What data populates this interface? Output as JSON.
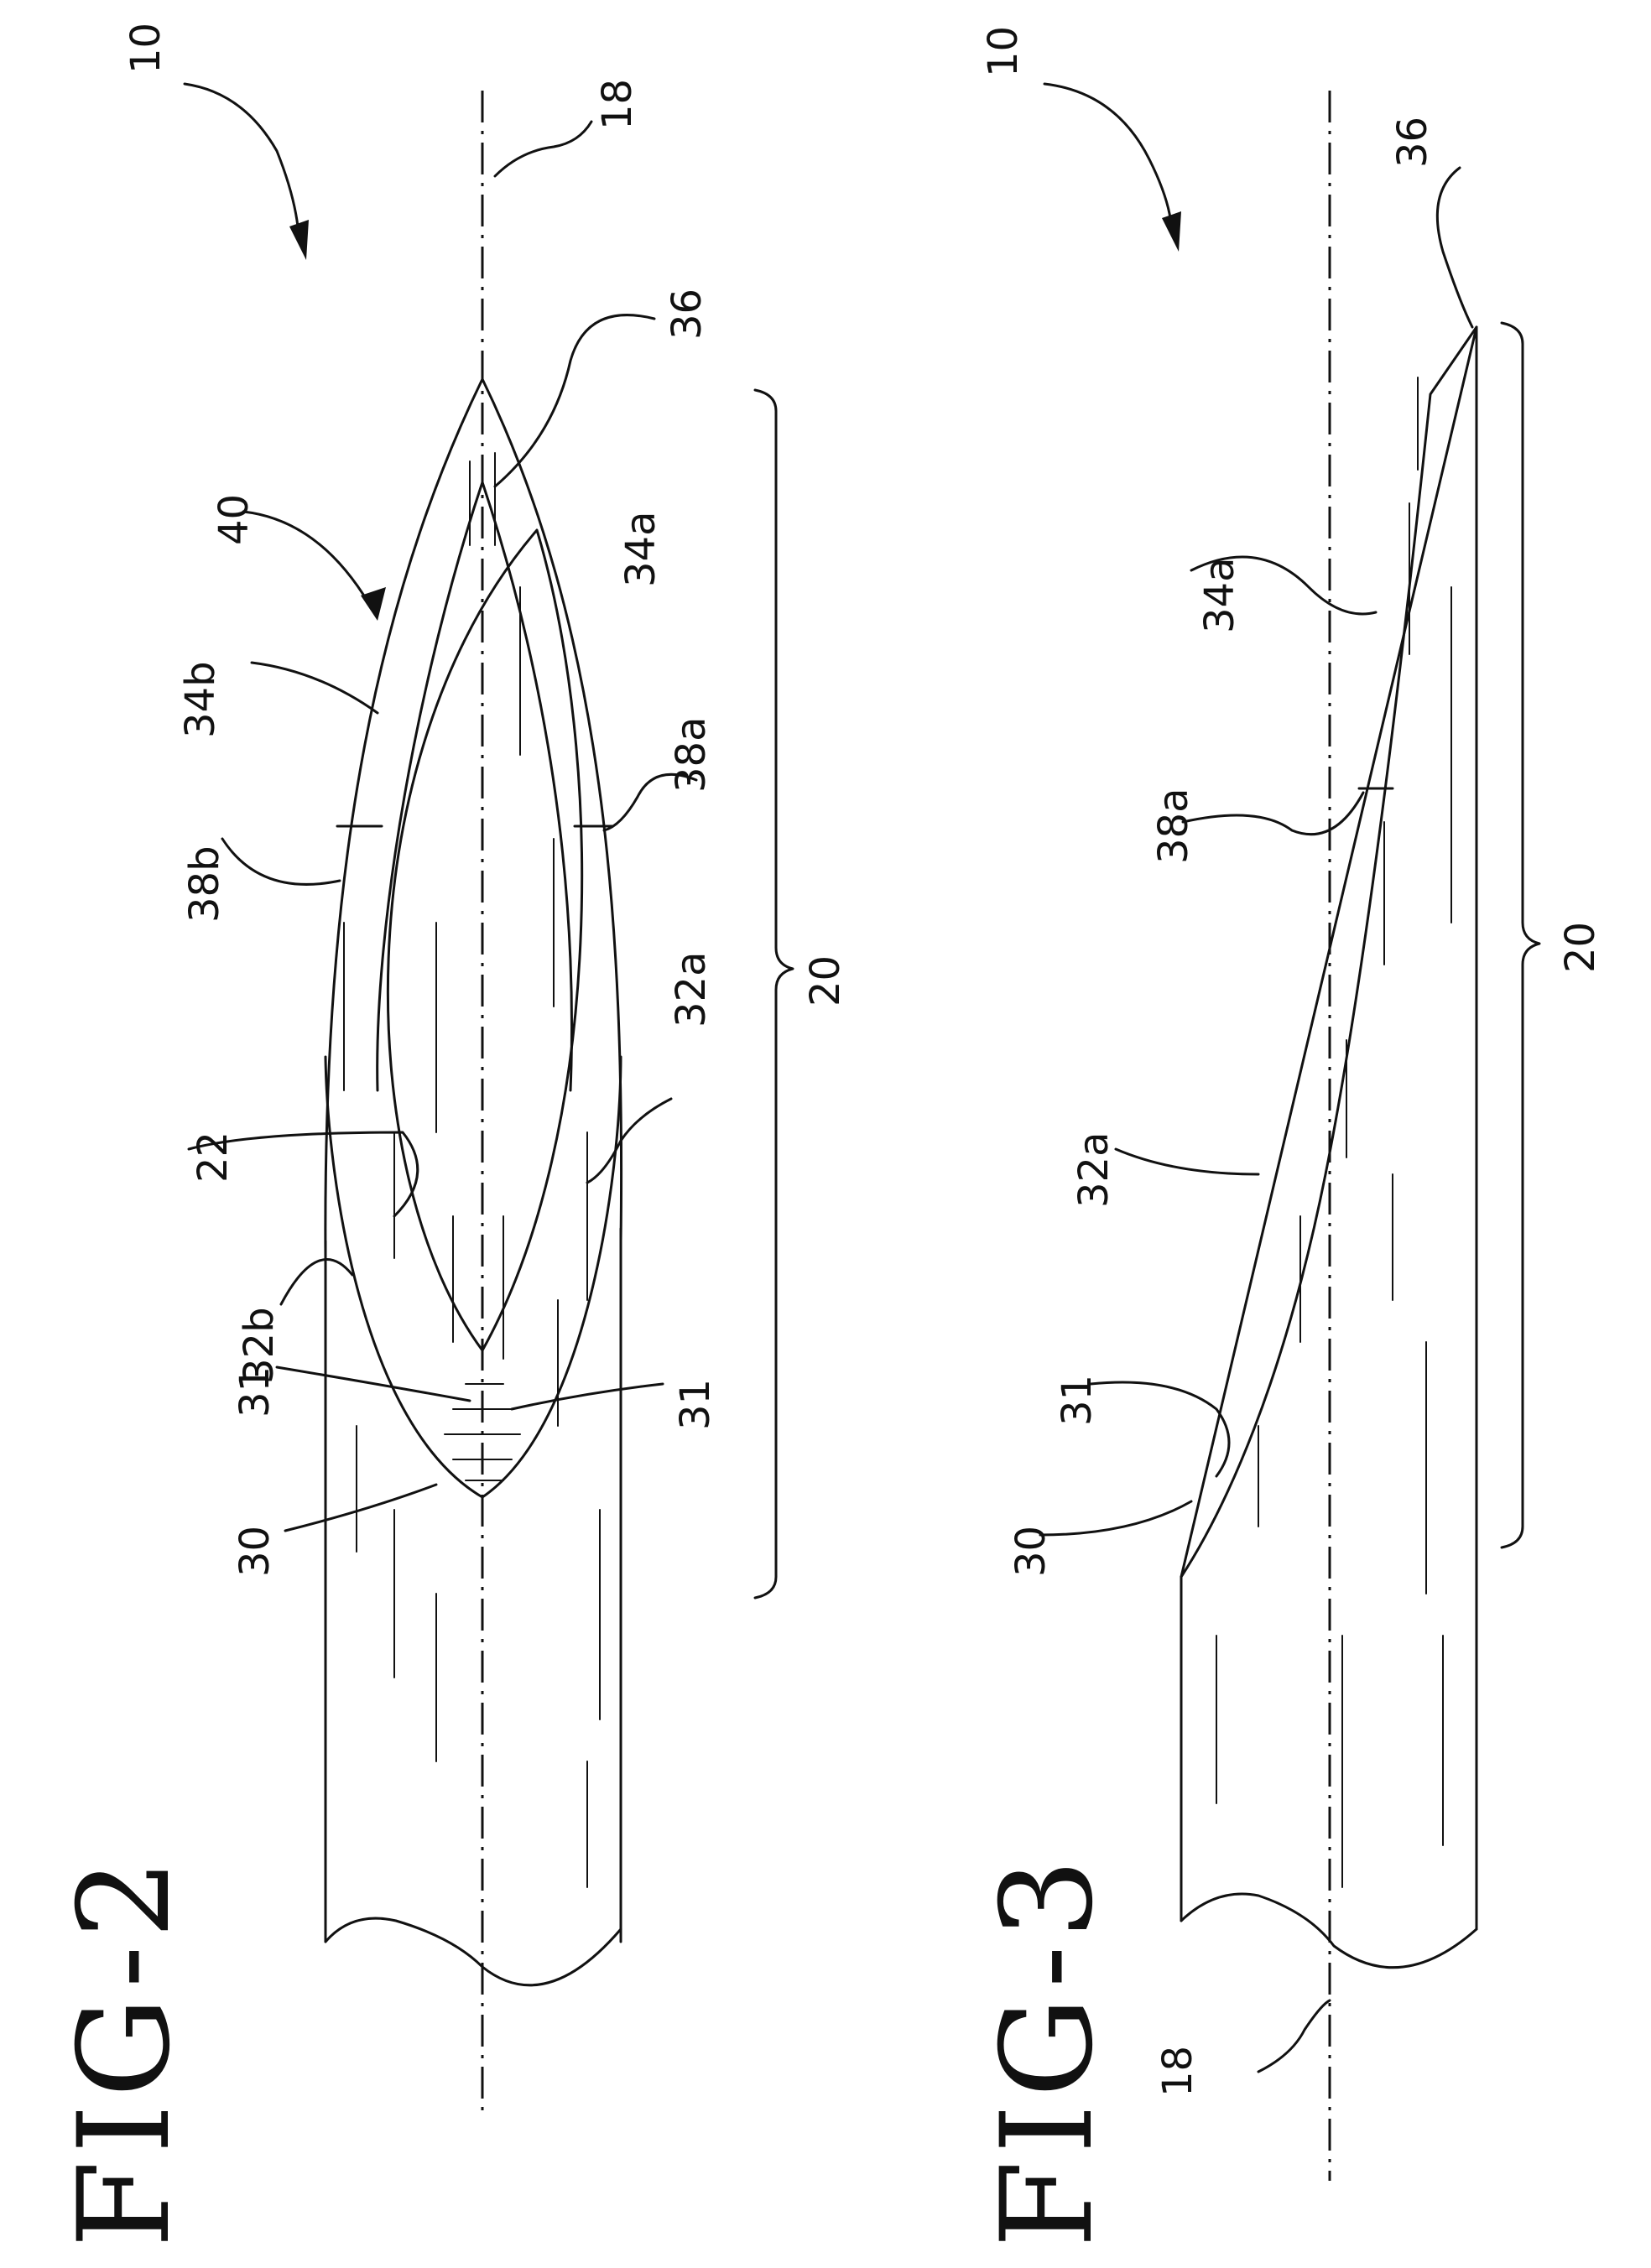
{
  "figures": [
    {
      "id": "fig2",
      "title": "FIG-2",
      "labels": {
        "l10": "10",
        "l18": "18",
        "l36": "36",
        "l40": "40",
        "l34a": "34a",
        "l34b": "34b",
        "l38a": "38a",
        "l38b": "38b",
        "l20": "20",
        "l22": "22",
        "l32a": "32a",
        "l32b": "32b",
        "l31a": "31",
        "l31b": "31",
        "l30": "30"
      }
    },
    {
      "id": "fig3",
      "title": "FIG-3",
      "labels": {
        "l10": "10",
        "l36": "36",
        "l34a": "34a",
        "l38a": "38a",
        "l20": "20",
        "l32a": "32a",
        "l31": "31",
        "l30": "30",
        "l18": "18"
      }
    }
  ]
}
